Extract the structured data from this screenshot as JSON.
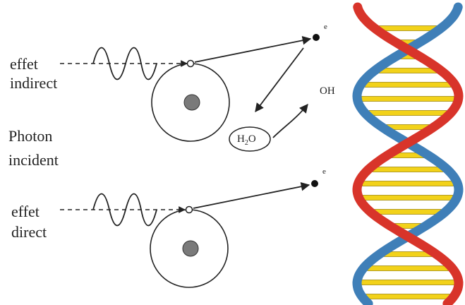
{
  "labels": {
    "indirect_line1": "effet",
    "indirect_line2": "indirect",
    "photon_line1": "Photon",
    "photon_line2": "incident",
    "direct_line1": "effet",
    "direct_line2": "direct",
    "electron_top": "e",
    "electron_bottom": "e",
    "hydroxyl": "OH",
    "water_h": "H",
    "water_sub": "2",
    "water_o": "O"
  },
  "colors": {
    "ink": "#222222",
    "nucleus": "#7a7a7a",
    "strand_red": "#d8342a",
    "strand_blue": "#3f7fb8",
    "base_yellow": "#f2d21a",
    "base_edge": "#a08a10"
  },
  "dna": {
    "base_pair_count": 20
  }
}
